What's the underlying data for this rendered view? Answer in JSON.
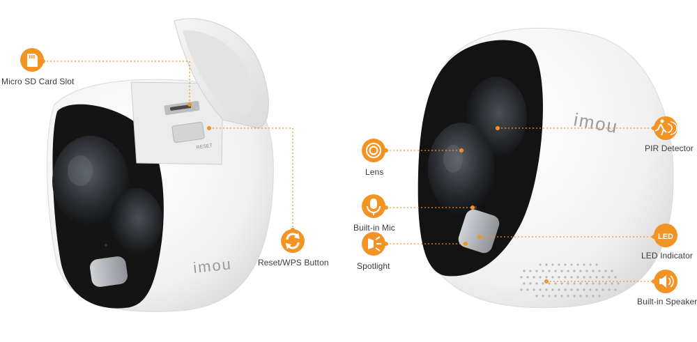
{
  "brand": {
    "logo_text": "imou",
    "accent_color": "#F39324",
    "accent_dark": "#D97A10"
  },
  "left_camera": {
    "reset_text": "RESET",
    "callouts": {
      "sd_card": {
        "label": "Micro SD Card Slot",
        "icon": "sd-card-icon"
      },
      "reset": {
        "label": "Reset/WPS Button",
        "icon": "refresh-icon"
      }
    }
  },
  "right_camera": {
    "callouts": {
      "lens": {
        "label": "Lens",
        "icon": "lens-icon"
      },
      "mic": {
        "label": "Built-in Mic",
        "icon": "microphone-icon"
      },
      "spotlight": {
        "label": "Spotlight",
        "icon": "spotlight-icon"
      },
      "pir": {
        "label": "PIR Detector",
        "icon": "motion-sensor-icon"
      },
      "led": {
        "label": "LED Indicator",
        "icon": "led-icon",
        "icon_text": "LED"
      },
      "speaker": {
        "label": "Built-in Speaker",
        "icon": "speaker-icon"
      }
    }
  }
}
